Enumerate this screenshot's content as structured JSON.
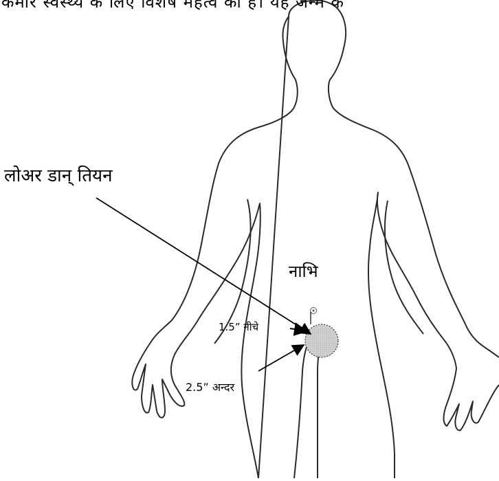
{
  "header": {
    "text": "कमार स्वस्थ्य के लिए विशेष महत्व का है। यह जन्म के"
  },
  "labels": {
    "point_name": "लोअर डान् तियन",
    "navel": "नाभि",
    "distance_below": "1.5” नीचे",
    "distance_inside": "2.5” अन्दर"
  },
  "colors": {
    "outline": "#2a2a2a",
    "dantian_fill": "#c9c9c9",
    "line": "#000000"
  }
}
